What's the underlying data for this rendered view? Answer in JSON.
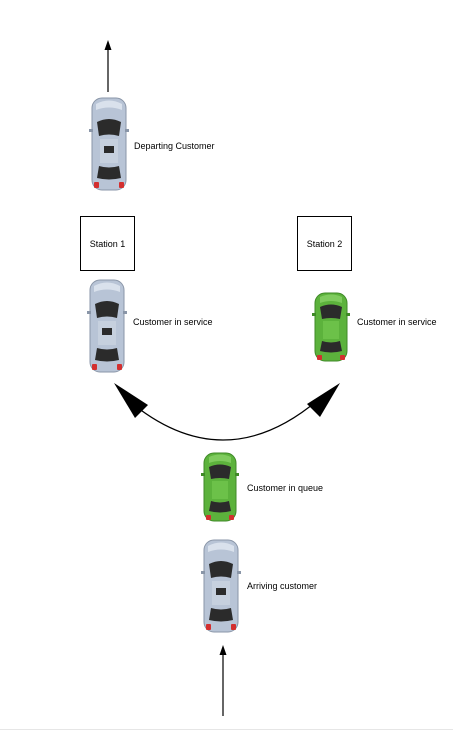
{
  "labels": {
    "departing": "Departing Customer",
    "station1_service": "Customer in service",
    "station2_service": "Customer in service",
    "queue": "Customer in queue",
    "arriving": "Arriving customer"
  },
  "stations": {
    "station1": "Station 1",
    "station2": "Station 2"
  },
  "colors": {
    "silver_car": "#b8c4d6",
    "green_car": "#5cb23c",
    "glass": "#2b2b2b",
    "tail_light": "#d32f2f",
    "line": "#000000"
  },
  "icons": [
    "silver-car-icon",
    "green-car-icon",
    "arrow-icon"
  ]
}
